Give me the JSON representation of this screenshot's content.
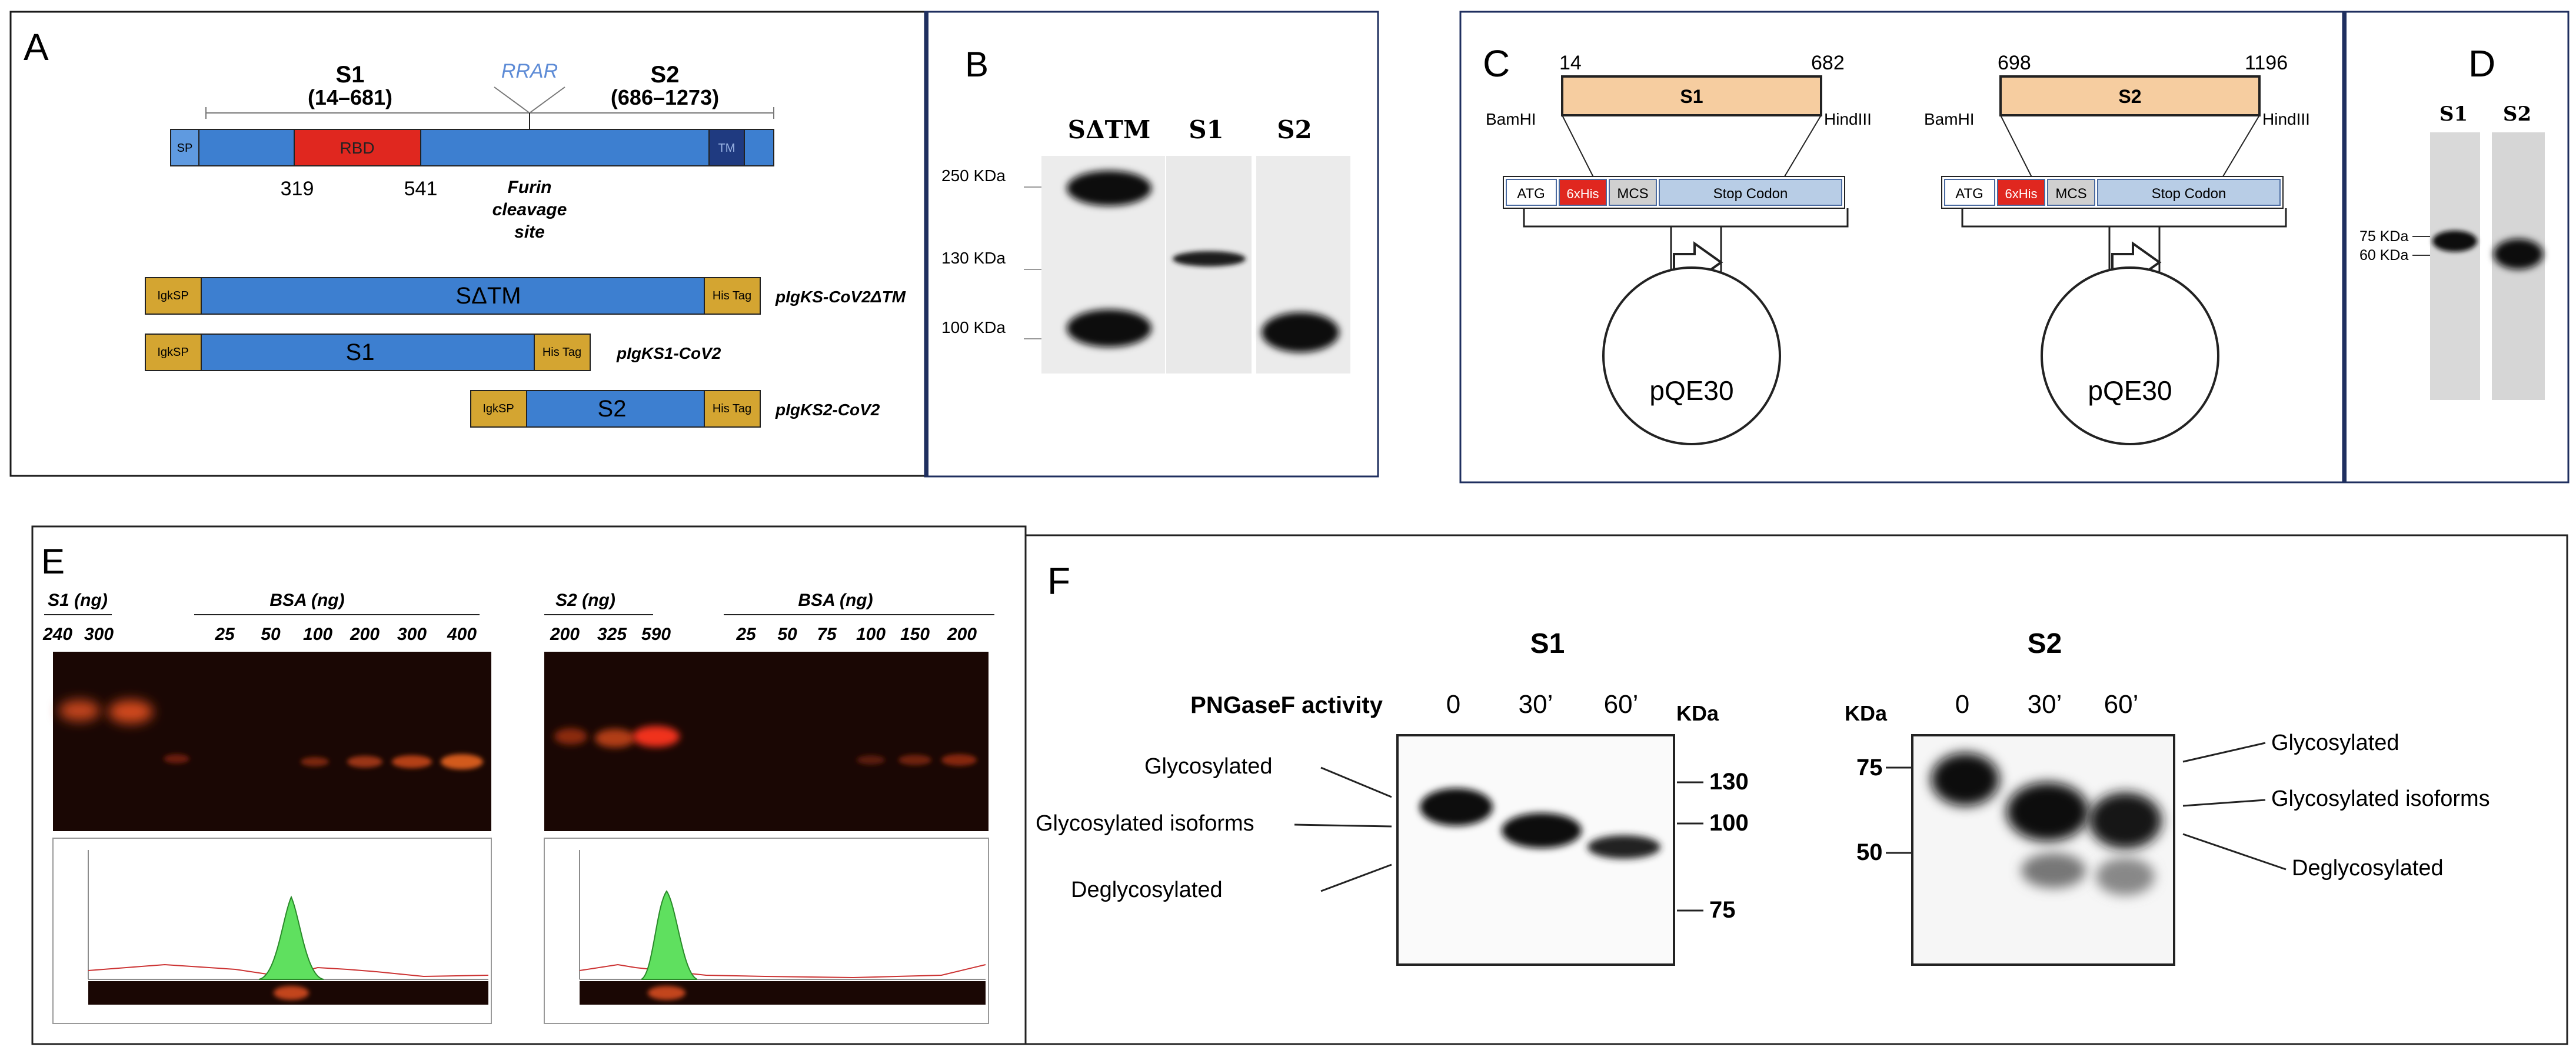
{
  "panels": {
    "A": {
      "letter": "A",
      "s1_title": "S1",
      "s1_range": "(14–681)",
      "s2_title": "S2",
      "s2_range": "(686–1273)",
      "rrar": "RRAR",
      "sp": "SP",
      "rbd": "RBD",
      "tm": "TM",
      "pos_319": "319",
      "pos_541": "541",
      "furin_1": "Furin",
      "furin_2": "cleavage",
      "furin_3": "site",
      "igksp": "IgkSP",
      "histag": "His Tag",
      "construct_s_label": "SΔTM",
      "construct_s_name": "pIgKS-CoV2ΔTM",
      "construct_s1_label": "S1",
      "construct_s1_name": "pIgKS1-CoV2",
      "construct_s2_label": "S2",
      "construct_s2_name": "pIgKS2-CoV2",
      "colors": {
        "spike": "#3d7fd0",
        "rbd": "#e0271f",
        "tm": "#1f3a80",
        "tag": "#d4a531"
      }
    },
    "B": {
      "letter": "B",
      "lane_labels": [
        "SΔTM",
        "S1",
        "S2"
      ],
      "markers": [
        "250 KDa",
        "130 KDa",
        "100 KDa"
      ]
    },
    "C": {
      "letter": "C",
      "left": {
        "start": "14",
        "end": "682",
        "insert": "S1"
      },
      "right": {
        "start": "698",
        "end": "1196",
        "insert": "S2"
      },
      "bamhi": "BamHI",
      "hindiii": "HindIII",
      "atg": "ATG",
      "his": "6xHis",
      "mcs": "MCS",
      "stop": "Stop Codon",
      "plasmid": "pQE30",
      "colors": {
        "insert": "#f6cda0",
        "his": "#e0271f",
        "box": "#b8cde6"
      }
    },
    "D": {
      "letter": "D",
      "lane_labels": [
        "S1",
        "S2"
      ],
      "markers": [
        "75 KDa",
        "60 KDa"
      ]
    },
    "E": {
      "letter": "E",
      "left": {
        "group1": "S1 (ng)",
        "g1_values": [
          "240",
          "300"
        ],
        "group2": "BSA (ng)",
        "g2_values": [
          "25",
          "50",
          "100",
          "200",
          "300",
          "400"
        ]
      },
      "right": {
        "group1": "S2 (ng)",
        "g1_values": [
          "200",
          "325",
          "590"
        ],
        "group2": "BSA (ng)",
        "g2_values": [
          "25",
          "50",
          "75",
          "100",
          "150",
          "200"
        ]
      }
    },
    "F": {
      "letter": "F",
      "s1_title": "S1",
      "s2_title": "S2",
      "activity": "PNGaseF activity",
      "times": [
        "0",
        "30’",
        "60’"
      ],
      "kda": "KDa",
      "s1_markers": [
        "130",
        "100",
        "75"
      ],
      "s2_markers": [
        "75",
        "50"
      ],
      "left_labels": [
        "Glycosylated",
        "Glycosylated isoforms",
        "Deglycosylated"
      ],
      "right_labels": [
        "Glycosylated",
        "Glycosylated isoforms",
        "Deglycosylated"
      ]
    }
  }
}
